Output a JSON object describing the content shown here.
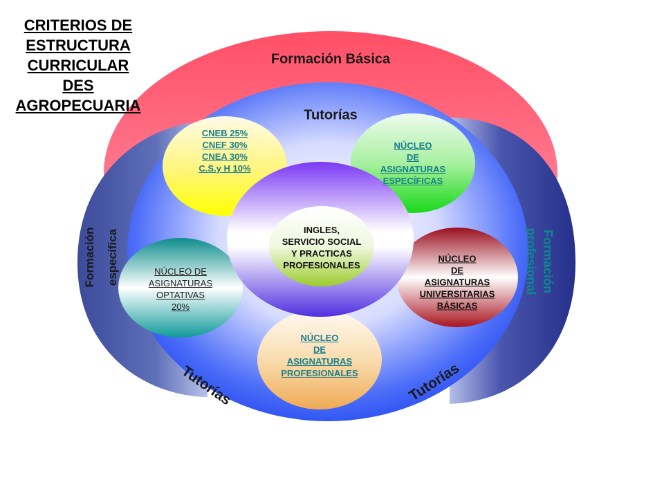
{
  "title_lines": [
    "CRITERIOS DE",
    "ESTRUCTURA",
    "CURRICULAR",
    "DES",
    "AGROPECUARIA"
  ],
  "labels": {
    "formacion_basica": "Formación Básica",
    "tutorias_top": "Tutorías",
    "tutorias_left": "Tutorías",
    "tutorias_right": "Tutorías",
    "formacion_especifica_1": "Formación",
    "formacion_especifica_2": "específica",
    "formacion_profesional_1": "Formación",
    "formacion_profesional_2": "profesional"
  },
  "nodes": {
    "cneb": [
      "CNEB 25%",
      "CNEF 30%",
      "CNEA 30%",
      "C.S.y H 10%"
    ],
    "especificas": [
      "NÚCLEO",
      "DE",
      "ASIGNATURAS",
      "ESPECÍFICAS"
    ],
    "center": [
      "INGLES,",
      "SERVICIO SOCIAL",
      "Y PRACTICAS",
      "PROFESIONALES"
    ],
    "optativas": [
      "NÚCLEO DE",
      "ASIGNATURAS",
      "OPTATIVAS",
      "20%"
    ],
    "universitarias": [
      "NÚCLEO",
      "DE",
      "ASIGNATURAS",
      "UNIVERSITARIAS",
      "BÁSICAS"
    ],
    "profesionales": [
      "NÚCLEO",
      "DE",
      "ASIGNATURAS",
      "PROFESIONALES"
    ]
  },
  "colors": {
    "basica_ring": "#ff4d6a",
    "tutorias_ellipse": "#2a5cf5",
    "side_panels": "#2e3a8c",
    "cneb": "#ffff00",
    "especificas": "#22dd22",
    "center": "#8844ff",
    "optativas": "#14999a",
    "universitarias": "#a01020",
    "profesionales": "#f0b060",
    "teal_text": "#1a7f8c"
  }
}
